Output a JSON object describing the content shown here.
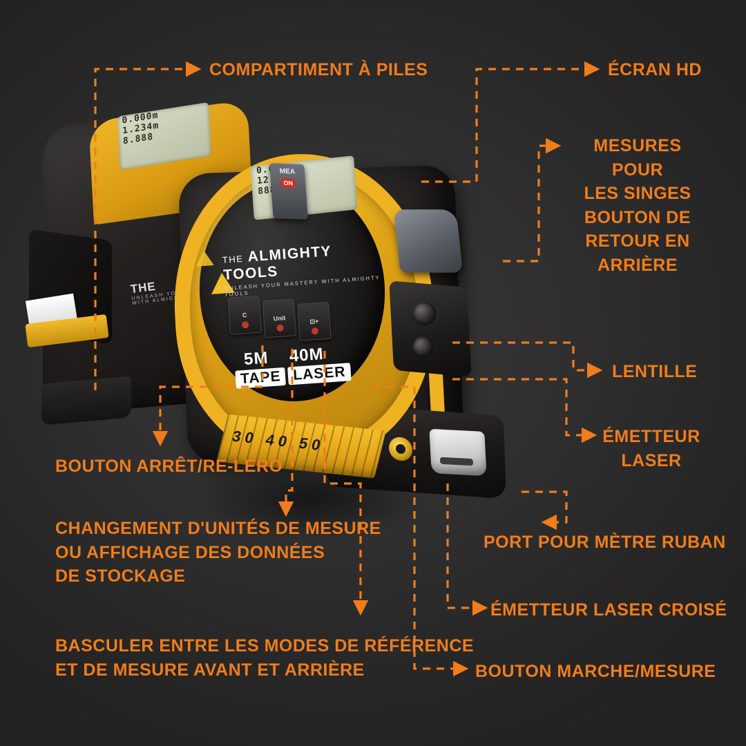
{
  "meta": {
    "background_color": "#2e2d2d",
    "accent_color": "#f07d1b",
    "product_yellow": "#efb223"
  },
  "product": {
    "brand_the": "THE",
    "brand_main": "ALMIGHTY TOOLS",
    "brand_tagline": "UNLEASH YOUR MASTERY WITH ALMIGHTY TOOLS",
    "badge_tape_length": "5M",
    "badge_laser_length": "40M",
    "badge_tape_label": "TAPE",
    "badge_laser_label": "LASER",
    "button_unit_label": "Unit",
    "button_mea_label": "MEA",
    "button_on_label": "ON",
    "lcd_back_rows": [
      "0.000m",
      "1.234m",
      "8.888"
    ],
    "lcd_front_rows": [
      "0.000",
      "12.345m",
      "888.8"
    ],
    "tape_marking": "30 40 50"
  },
  "callouts": [
    {
      "id": "battery-compartment",
      "text": "COMPARTIMENT À PILES",
      "align": "left"
    },
    {
      "id": "hd-screen",
      "text": "ÉCRAN HD",
      "align": "left"
    },
    {
      "id": "measures-monkeys",
      "text": "MESURES POUR\nLES SINGES\nBOUTON DE\nRETOUR EN\nARRIÈRE",
      "align": "center"
    },
    {
      "id": "lens",
      "text": "LENTILLE",
      "align": "left"
    },
    {
      "id": "laser-emitter",
      "text": "ÉMETTEUR\nLASER",
      "align": "center"
    },
    {
      "id": "stop-rezero-button",
      "text": "BOUTON ARRÊT/RE-LERO",
      "align": "left"
    },
    {
      "id": "unit-change",
      "text": "CHANGEMENT D'UNITÉS DE MESURE\nOU AFFICHAGE DES DONNÉES\nDE STOCKAGE",
      "align": "left"
    },
    {
      "id": "tape-port",
      "text": "PORT POUR MÈTRE RUBAN",
      "align": "left"
    },
    {
      "id": "cross-laser-emitter",
      "text": "ÉMETTEUR LASER CROISÉ",
      "align": "left"
    },
    {
      "id": "reference-modes",
      "text": "BASCULER ENTRE LES MODES DE RÉFÉRENCE\nET DE MESURE AVANT ET ARRIÈRE",
      "align": "left"
    },
    {
      "id": "on-measure-button",
      "text": "BOUTON MARCHE/MESURE",
      "align": "left"
    }
  ]
}
